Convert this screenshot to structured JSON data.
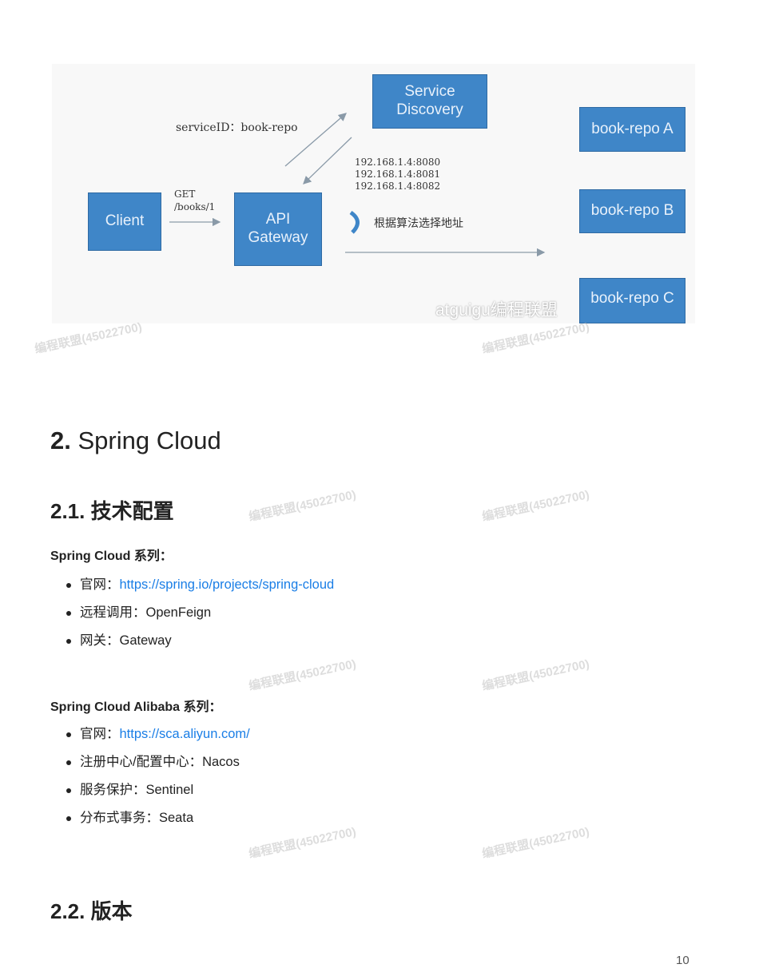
{
  "diagram": {
    "client": "Client",
    "gateway_line1": "API",
    "gateway_line2": "Gateway",
    "discovery_line1": "Service",
    "discovery_line2": "Discovery",
    "repo_a": "book-repo A",
    "repo_b": "book-repo B",
    "repo_c": "book-repo C",
    "service_id": "serviceID：book-repo",
    "get": "GET",
    "path": "/books/1",
    "ips": [
      "192.168.1.4:8080",
      "192.168.1.4:8081",
      "192.168.1.4:8082"
    ],
    "select": "根据算法选择地址",
    "corner_watermark": "atguigu编程联盟"
  },
  "watermark": "编程联盟(45022700)",
  "section": {
    "number": "2.",
    "title": "Spring Cloud"
  },
  "sub1": {
    "number": "2.1.",
    "title": "技术配置"
  },
  "group1": {
    "title": "Spring Cloud 系列：",
    "items": [
      {
        "label": "官网：",
        "link": "https://spring.io/projects/spring-cloud"
      },
      {
        "label": "远程调用：OpenFeign"
      },
      {
        "label": "网关：Gateway"
      }
    ]
  },
  "group2": {
    "title": "Spring Cloud Alibaba 系列：",
    "items": [
      {
        "label": "官网：",
        "link": "https://sca.aliyun.com/"
      },
      {
        "label": "注册中心/配置中心：Nacos"
      },
      {
        "label": "服务保护：Sentinel"
      },
      {
        "label": "分布式事务：Seata"
      }
    ]
  },
  "sub2": {
    "number": "2.2.",
    "title": "版本"
  },
  "page_number": "10"
}
